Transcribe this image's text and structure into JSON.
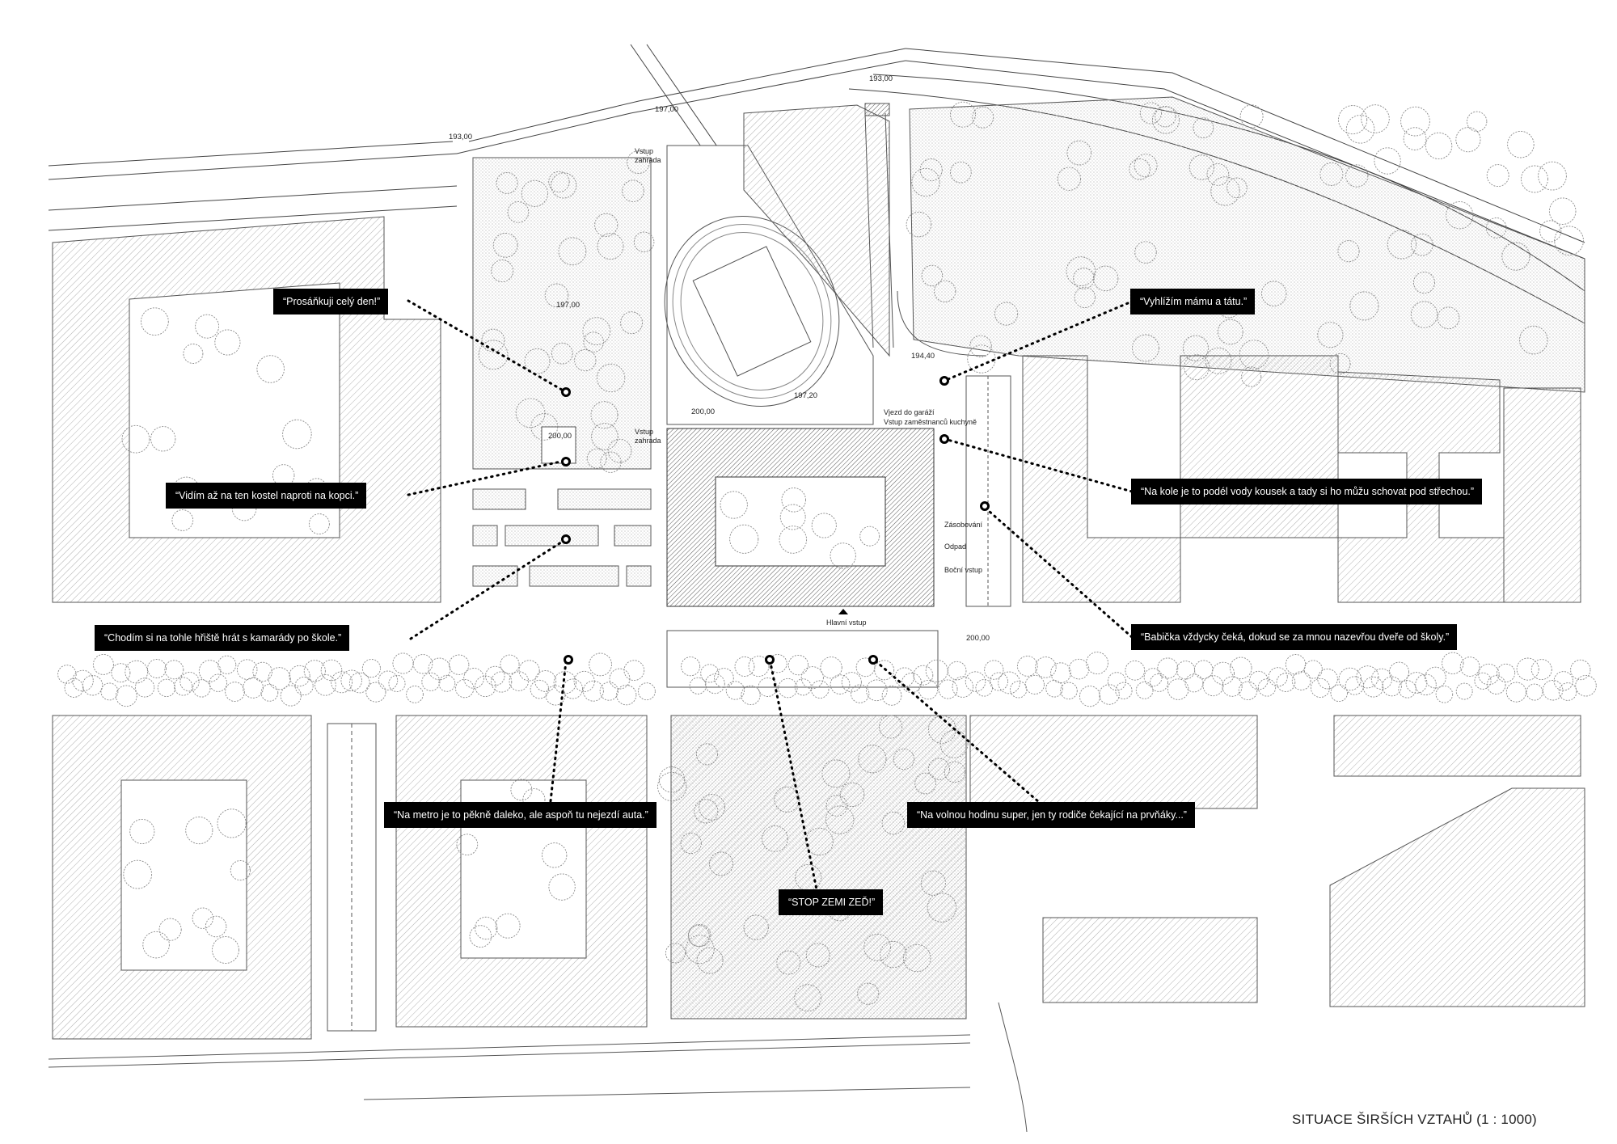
{
  "title": "SITUACE ŠIRŠÍCH VZTAHŮ (1 : 1000)",
  "quotes": [
    "“Prosáňkuji celý den!”",
    "“Vidím až na ten kostel naproti na kopci.”",
    "“Chodím si na tohle hřiště hrát s kamarády po škole.”",
    "“Vyhlížím mámu a tátu.”",
    "“Na kole je to podél vody kousek a tady si ho můžu schovat pod střechou.”",
    "“Babička vždycky čeká, dokud se za mnou nazevřou dveře od školy.”",
    "“Na metro je to pěkně daleko, ale aspoň tu nejezdí auta.”",
    "“STOP ZEMI ZEĎ!”",
    "“Na volnou hodinu super, jen ty rodiče čekající na prvňáky...”"
  ],
  "elevations": {
    "e193_left": "193,00",
    "e197_top": "197,00",
    "e193_right": "193,00",
    "e197_garden": "197,00",
    "e200_small": "200,00",
    "e200_court": "200,00",
    "e197_20": "197,20",
    "e194_40": "194,40",
    "e200_right": "200,00"
  },
  "labels": {
    "vstup_zahrada_1a": "Vstup",
    "vstup_zahrada_1b": "zahrada",
    "vstup_zahrada_2a": "Vstup",
    "vstup_zahrada_2b": "zahrada",
    "vjezd": "Vjezd do garáží",
    "vstup_kuchyne": "Vstup zaměstnanců kuchyně",
    "zasobovani": "Zásobování",
    "odpad": "Odpad",
    "bocni_vstup": "Boční vstup",
    "hlavni_vstup": "Hlavní vstup"
  }
}
